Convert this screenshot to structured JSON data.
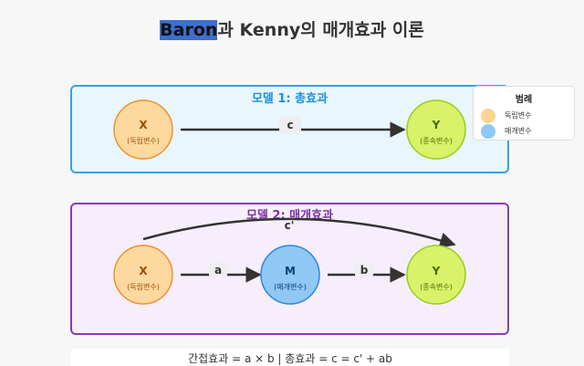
{
  "title": {
    "selected": "Baron",
    "rest": "과 Kenny의 매개효과 이론"
  },
  "model1": {
    "title": "모델 1: 총효과",
    "x": {
      "letter": "X",
      "sub": "(독립변수)"
    },
    "y": {
      "letter": "Y",
      "sub": "(종속변수)"
    },
    "path_c": "c"
  },
  "model2": {
    "title": "모델 2: 매개효과",
    "x": {
      "letter": "X",
      "sub": "(독립변수)"
    },
    "m": {
      "letter": "M",
      "sub": "(매개변수)"
    },
    "y": {
      "letter": "Y",
      "sub": "(종속변수)"
    },
    "path_a": "a",
    "path_b": "b",
    "path_c_prime": "c'"
  },
  "legend": {
    "title": "범례",
    "items": [
      {
        "label": "독립변수",
        "color": "#fcd38f"
      },
      {
        "label": "매개변수",
        "color": "#8fc8f5"
      }
    ]
  },
  "formula": "간접효과 = a × b | 총효과 = c = c' + ab",
  "colors": {
    "independent_fill": "#fdd9a0",
    "independent_stroke": "#f0902a",
    "mediator_fill": "#8fc8f5",
    "mediator_stroke": "#2f86d6",
    "dependent_fill": "#d9f26a",
    "dependent_stroke": "#9acb1c"
  }
}
